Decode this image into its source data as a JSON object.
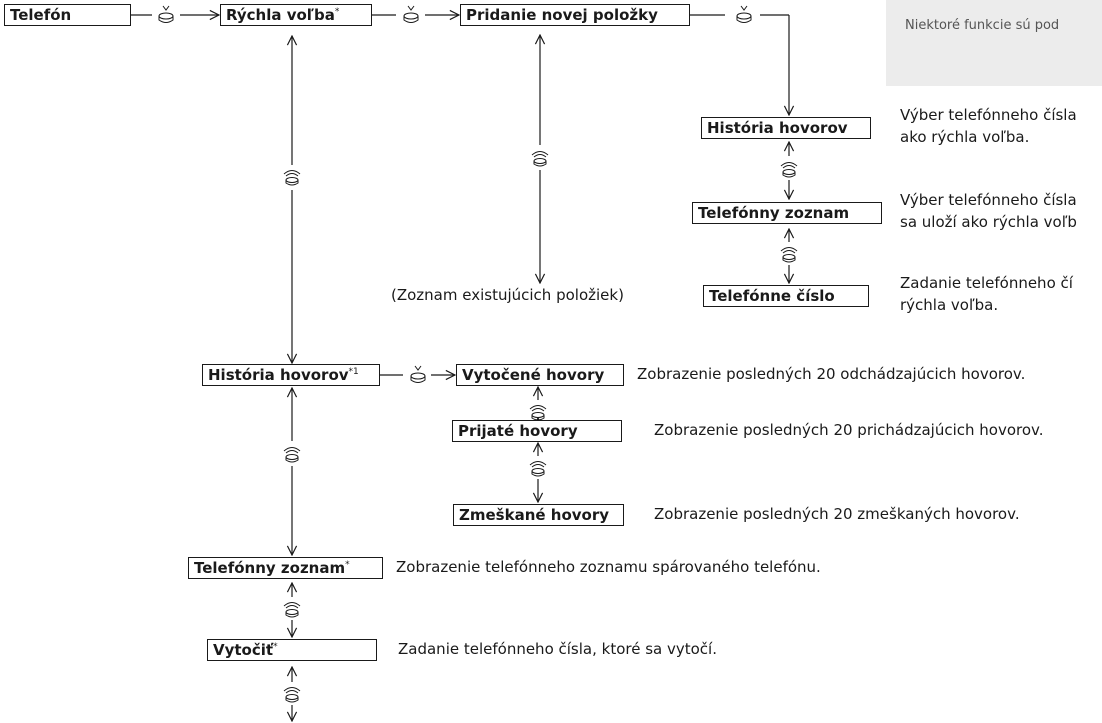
{
  "note": {
    "text": "Niektoré funkcie sú pod"
  },
  "boxes": {
    "telefon": "Telefón",
    "rychla_volba": "Rýchla voľba",
    "rychla_volba_mark": "*",
    "pridanie": "Pridanie novej položky",
    "historia_sub": "História hovorov",
    "telefonny_zoznam_sub": "Telefónny zoznam",
    "telefonne_cislo": "Telefónne číslo",
    "existujuce": "(Zoznam existujúcich položiek)",
    "historia": "História hovorov",
    "historia_mark": "*1",
    "vytocene": "Vytočené hovory",
    "prijate": "Prijaté hovory",
    "zmeskane": "Zmeškané hovory",
    "telefonny_zoznam": "Telefónny zoznam",
    "telefonny_zoznam_mark": "*",
    "vytocit": "Vytočiť",
    "vytocit_mark": "*"
  },
  "descriptions": {
    "historia_sub_1": "Výber telefónneho čísla",
    "historia_sub_2": "ako rýchla voľba.",
    "zoznam_sub_1": "Výber telefónneho čísla",
    "zoznam_sub_2": "sa uloží ako rýchla voľb",
    "cislo_sub_1": "Zadanie telefónneho čí",
    "cislo_sub_2": "rýchla voľba.",
    "vytocene": "Zobrazenie posledných 20 odchádzajúcich hovorov.",
    "prijate": "Zobrazenie posledných 20 prichádzajúcich hovorov.",
    "zmeskane": "Zobrazenie posledných 20 zmeškaných hovorov.",
    "telefonny_zoznam": "Zobrazenie telefónneho zoznamu spárovaného telefónu.",
    "vytocit": "Zadanie telefónneho čísla, ktoré sa vytočí."
  },
  "icons": {
    "press": "press-knob-icon",
    "rotate": "rotate-knob-icon"
  },
  "colors": {
    "line": "#1a1a1a",
    "note_bg": "#ececec",
    "note_text": "#555555"
  }
}
